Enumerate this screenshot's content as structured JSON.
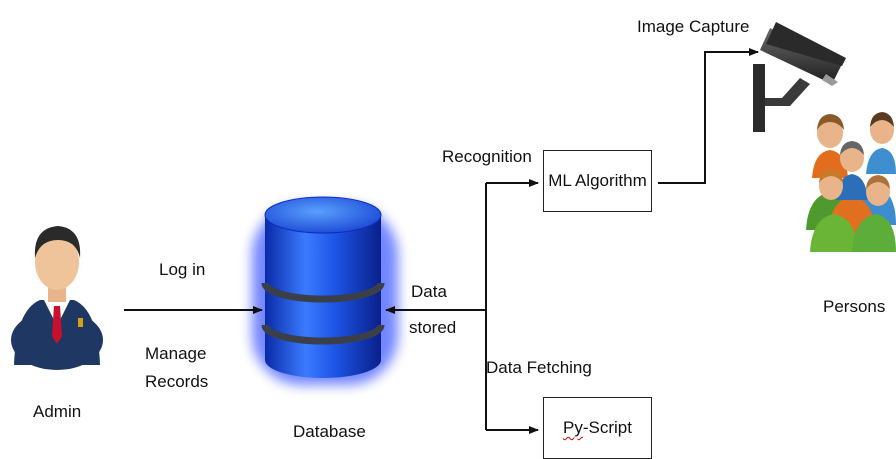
{
  "diagram": {
    "nodes": {
      "admin": {
        "label": "Admin",
        "icon": "admin-person-icon"
      },
      "database": {
        "label": "Database",
        "icon": "database-cylinder-icon"
      },
      "ml_algorithm": {
        "label": "ML Algorithm"
      },
      "py_script": {
        "label_part1": "Py",
        "label_part2": "-Script"
      },
      "camera": {
        "icon": "cctv-camera-icon"
      },
      "persons": {
        "label": "Persons",
        "icon": "group-of-people-icon"
      }
    },
    "edges": {
      "login": "Log in",
      "manage_records_1": "Manage",
      "manage_records_2": "Records",
      "data_stored_1": "Data",
      "data_stored_2": "stored",
      "recognition": "Recognition",
      "data_fetching": "Data Fetching",
      "image_capture": "Image Capture"
    },
    "colors": {
      "database_blue": "#1a4fe0",
      "database_glow": "#0022ff",
      "suit": "#1f3763",
      "tie": "#c8102e",
      "spellcheck": "#d00000"
    }
  }
}
